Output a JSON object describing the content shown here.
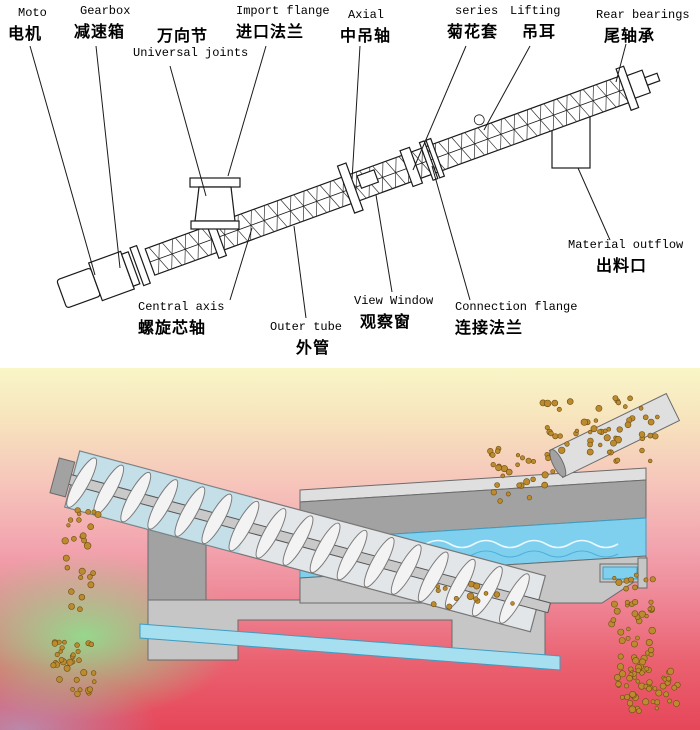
{
  "schematic": {
    "labels": {
      "motor": {
        "en": "Moto",
        "zh": "电机"
      },
      "gearbox": {
        "en": "Gearbox",
        "zh": "减速箱"
      },
      "universal_joints": {
        "en": "Universal joints",
        "zh": "万向节"
      },
      "import_flange": {
        "en": "Import flange",
        "zh": "进口法兰"
      },
      "axial": {
        "en": "Axial",
        "zh": "中吊轴"
      },
      "series": {
        "en": "series",
        "zh": "菊花套"
      },
      "lifting": {
        "en": "Lifting",
        "zh": "吊耳"
      },
      "rear_bearings": {
        "en": "Rear bearings",
        "zh": "尾轴承"
      },
      "material_outflow": {
        "en": "Material outflow",
        "zh": "出料口"
      },
      "central_axis": {
        "en": "Central axis",
        "zh": "螺旋芯轴"
      },
      "outer_tube": {
        "en": "Outer tube",
        "zh": "外管"
      },
      "view_window": {
        "en": "View Window",
        "zh": "观察窗"
      },
      "connection_flange": {
        "en": "Connection flange",
        "zh": "连接法兰"
      }
    }
  },
  "colors": {
    "line_ink": "#1a1a1a",
    "water": "#7fd0ee",
    "water_edge": "#3f9cc0",
    "particle": "#bc8a2f",
    "particle_edge": "#6d4e12",
    "machine_gray": "#c6c6c6",
    "machine_gray_dark": "#a2a2a2",
    "bg_top": "#f9f6c8",
    "bg_mid": "#f2a3ae",
    "bg_bottom": "#e64759",
    "bg_green_tint": "#96d78c"
  }
}
